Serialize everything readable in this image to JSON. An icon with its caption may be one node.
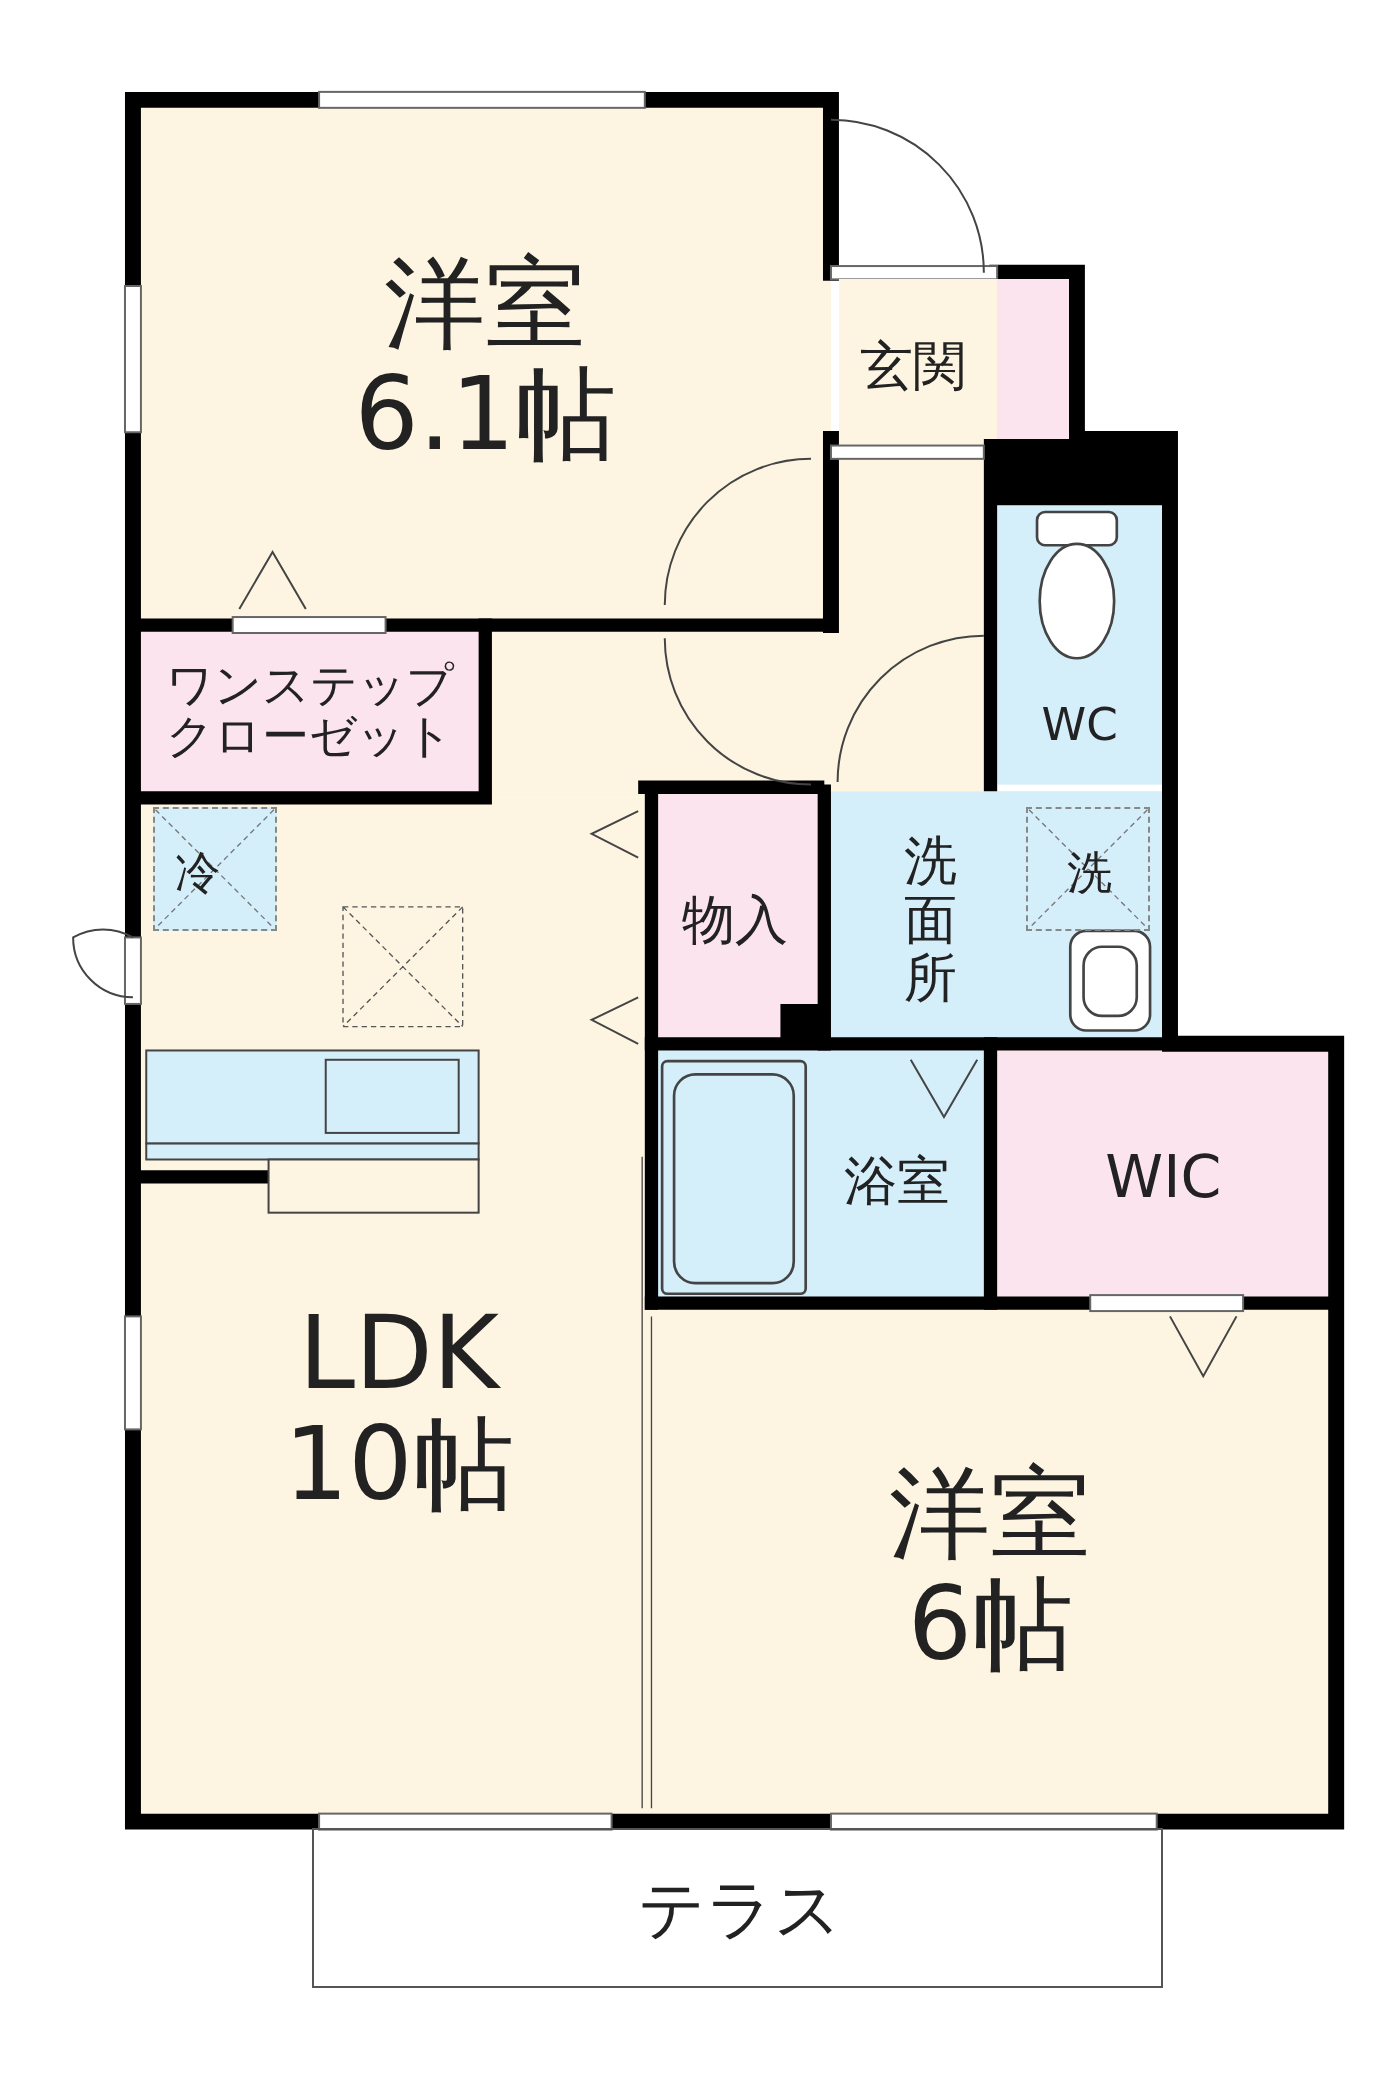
{
  "diagram": {
    "nodes": [
      {
        "text": [
          "洋室",
          "6.1帖"
        ]
      },
      {
        "text": [
          "玄関"
        ]
      },
      {
        "text": [
          "WC"
        ]
      },
      {
        "text": [
          "ワンステップクローゼット"
        ]
      },
      {
        "text": [
          "LDK",
          "10帖"
        ]
      },
      {
        "text": [
          "冷"
        ],
        "in": 4
      },
      {
        "text": [
          "物入"
        ]
      },
      {
        "text": [
          "洗面所"
        ]
      },
      {
        "text": [
          "洗"
        ],
        "in": 7
      },
      {
        "text": [
          "浴室"
        ]
      },
      {
        "text": [
          "WIC"
        ]
      },
      {
        "text": [
          "洋室",
          "6帖"
        ]
      },
      {
        "text": [
          "テラス"
        ]
      }
    ]
  }
}
